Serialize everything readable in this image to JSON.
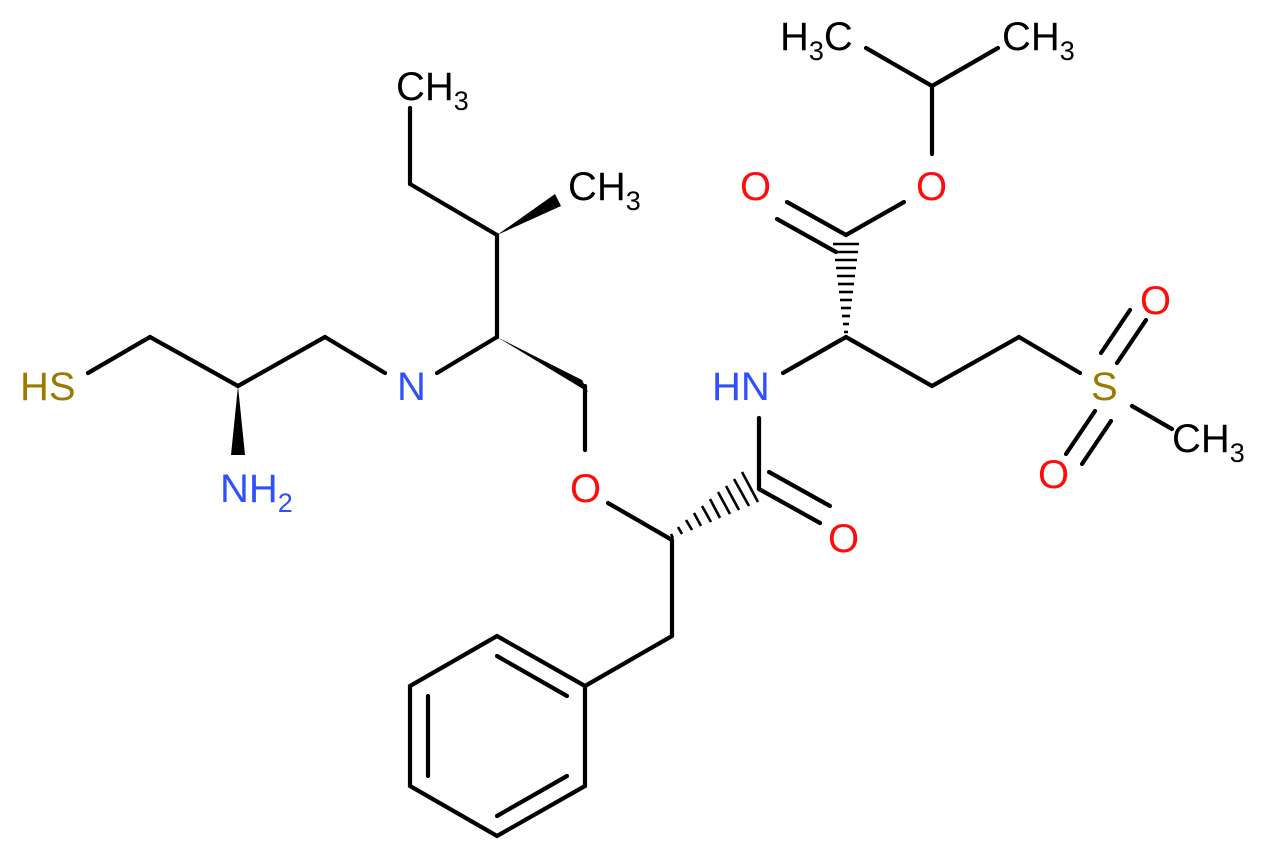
{
  "colors": {
    "bond": "#000000",
    "carbon": "#000000",
    "nitrogen": "#3050F8",
    "oxygen": "#FF0D0D",
    "sulfur": "#9C7A00"
  },
  "atoms": {
    "hs": {
      "main": "HS",
      "sub": ""
    },
    "nh2": {
      "main": "NH",
      "sub": "2"
    },
    "n_amine": {
      "main": "N",
      "sub": ""
    },
    "o_ether": {
      "main": "O",
      "sub": ""
    },
    "o_amide": {
      "main": "O",
      "sub": ""
    },
    "hn_amide": {
      "main": "HN",
      "sub": ""
    },
    "o_ester_carbonyl": {
      "main": "O",
      "sub": ""
    },
    "o_ester": {
      "main": "O",
      "sub": ""
    },
    "s_sulfone": {
      "main": "S",
      "sub": ""
    },
    "o_sulfone_top": {
      "main": "O",
      "sub": ""
    },
    "o_sulfone_bottom": {
      "main": "O",
      "sub": ""
    },
    "ch3_ethyl": {
      "main": "CH",
      "sub": "3"
    },
    "ch3_methyl": {
      "main": "CH",
      "sub": "3"
    },
    "h3c_iso_left": {
      "pre": "H",
      "sub": "3",
      "main": "C"
    },
    "ch3_iso_right": {
      "main": "CH",
      "sub": "3"
    },
    "ch3_sulfone": {
      "main": "CH",
      "sub": "3"
    }
  }
}
